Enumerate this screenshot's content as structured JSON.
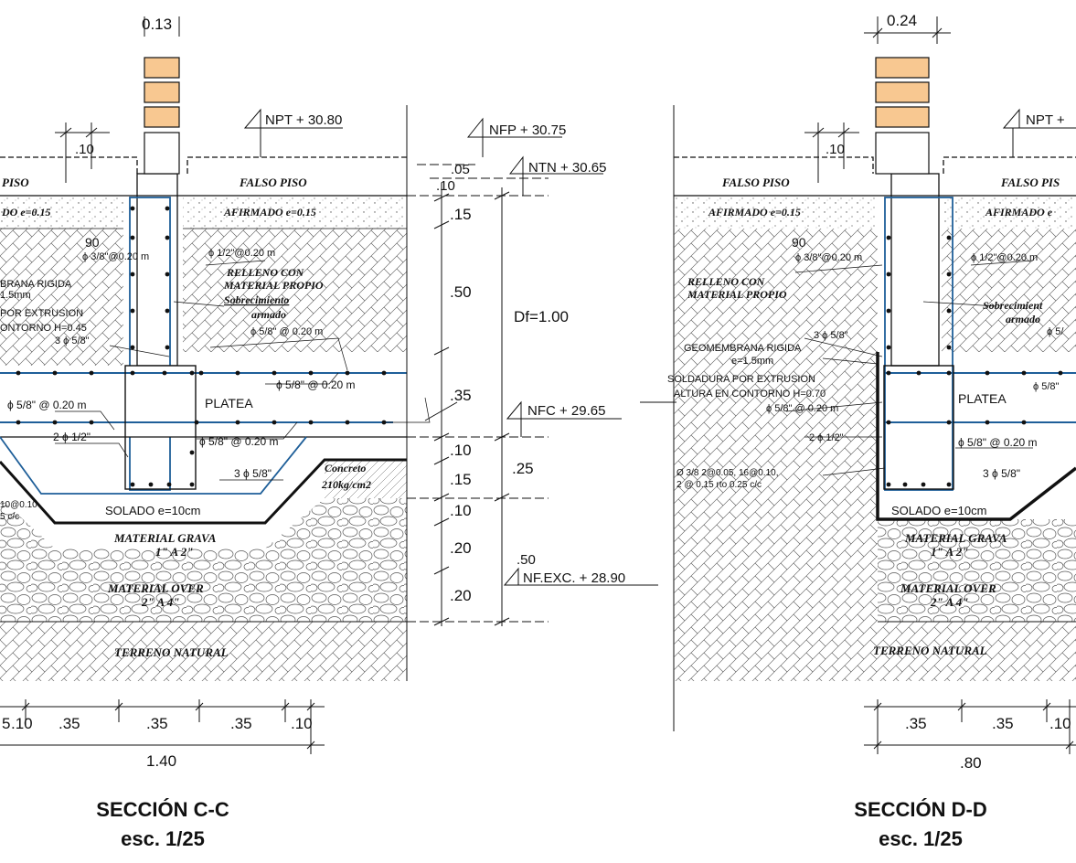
{
  "sections": [
    {
      "title": "SECCIÓN C-C",
      "scale": "esc. 1/25",
      "levels": {
        "npt": "NPT + 30.80",
        "nfp": "NFP + 30.75",
        "ntn": "NTN + 30.65",
        "nfc": "NFC + 29.65",
        "nfexc": "NF.EXC. + 28.90"
      },
      "wall_thickness": "0.13",
      "layers": {
        "falso_piso_left": "PISO",
        "falso_piso_right": "FALSO PISO",
        "afirmado_left": "DO e=0.15",
        "afirmado_right": "AFIRMADO e=0.15",
        "relleno_1": "RELLENO CON",
        "relleno_2": "MATERIAL PROPIO",
        "sobrecimiento_1": "Sobrecimiento",
        "sobrecimiento_2": "armado",
        "platea": "PLATEA",
        "concreto_1": "Concreto",
        "concreto_2": "210kg/cm2",
        "solado": "SOLADO e=10cm",
        "grava_1": "MATERIAL GRAVA",
        "grava_2": "1\" A 2\"",
        "over_1": "MATERIAL OVER",
        "over_2": "2\" A 4\"",
        "terreno": "TERRENO NATURAL"
      },
      "rebar": {
        "r1": "ϕ 3/8\"@0.20 m",
        "r2": "ϕ 1/2\"@0.20 m",
        "r3": "ϕ 5/8\" @ 0.20 m",
        "r4": "ϕ 5/8\" @ 0.20 m",
        "r5": "ϕ 5/8\" @ 0.20 m",
        "r6": "ϕ 5/8\" @ 0.20 m",
        "r7": "2 ϕ 1/2\"",
        "r8": "3 ϕ 5/8\"",
        "r9": "3 ϕ 5/8\"",
        "hook": "90"
      },
      "geomembrana": {
        "l1": "BRANA RIGIDA",
        "l2": "1.5mm",
        "l3": "POR EXTRUSION",
        "l4": "ONTORNO H=0.45",
        "l5": "10@0.10",
        "l6": "5 c/c"
      },
      "dims": {
        "d_top": ".10",
        "d_05": ".05",
        "d_10a": ".10",
        "d_15a": ".15",
        "d_50": ".50",
        "d_35": ".35",
        "d_10b": ".10",
        "d_15b": ".15",
        "d_10c": ".10",
        "d_20a": ".20",
        "d_20b": ".20",
        "df": "Df=1.00",
        "d_25": ".25",
        "d_50b": ".50"
      },
      "bottom_dims": {
        "b0": "5",
        "b1": ".10",
        "b2": ".35",
        "b3": ".35",
        "b4": ".35",
        "b5": ".10",
        "total": "1.40"
      }
    },
    {
      "title": "SECCIÓN D-D",
      "scale": "esc. 1/25",
      "levels": {
        "npt": "NPT +"
      },
      "wall_thickness": "0.24",
      "layers": {
        "falso_piso_left": "FALSO PISO",
        "falso_piso_right": "FALSO PIS",
        "afirmado_left": "AFIRMADO e=0.15",
        "afirmado_right": "AFIRMADO e",
        "relleno_1": "RELLENO CON",
        "relleno_2": "MATERIAL PROPIO",
        "sobrecimiento_1": "Sobrecimient",
        "sobrecimiento_2": "armado",
        "platea": "PLATEA",
        "solado": "SOLADO e=10cm",
        "grava_1": "MATERIAL GRAVA",
        "grava_2": "1\" A 2\"",
        "over_1": "MATERIAL OVER",
        "over_2": "2\" A 4\"",
        "terreno": "TERRENO NATURAL"
      },
      "rebar": {
        "r1": "ϕ 3/8\"@0.20 m",
        "r2": "ϕ 1/2\"@0.20 m",
        "r3": "3 ϕ 5/8\"",
        "r4": "ϕ 5/8\" @ 0.20 m",
        "r5": "2 ϕ 1/2\"",
        "r6": "ϕ 5/8\" @ 0.20 m",
        "r7": "3 ϕ 5/8\"",
        "r8": "ϕ 5/8\"",
        "r9": "ϕ 5/",
        "hook": "90"
      },
      "geomembrana": {
        "l1": "GEOMEMBRANA RIGIDA",
        "l2": "e=1.5mm",
        "l3": "SOLDADURA POR EXTRUSION",
        "l4": "ALTURA EN CONTORNO H=0.70",
        "l5": "Ø 3/8 2@0.05, 16@0.10,",
        "l6": "2 @ 0.15 rto 0.25 c/c"
      },
      "bottom_dims": {
        "b1": ".35",
        "b2": ".35",
        "b3": ".10",
        "total": ".80"
      }
    }
  ]
}
